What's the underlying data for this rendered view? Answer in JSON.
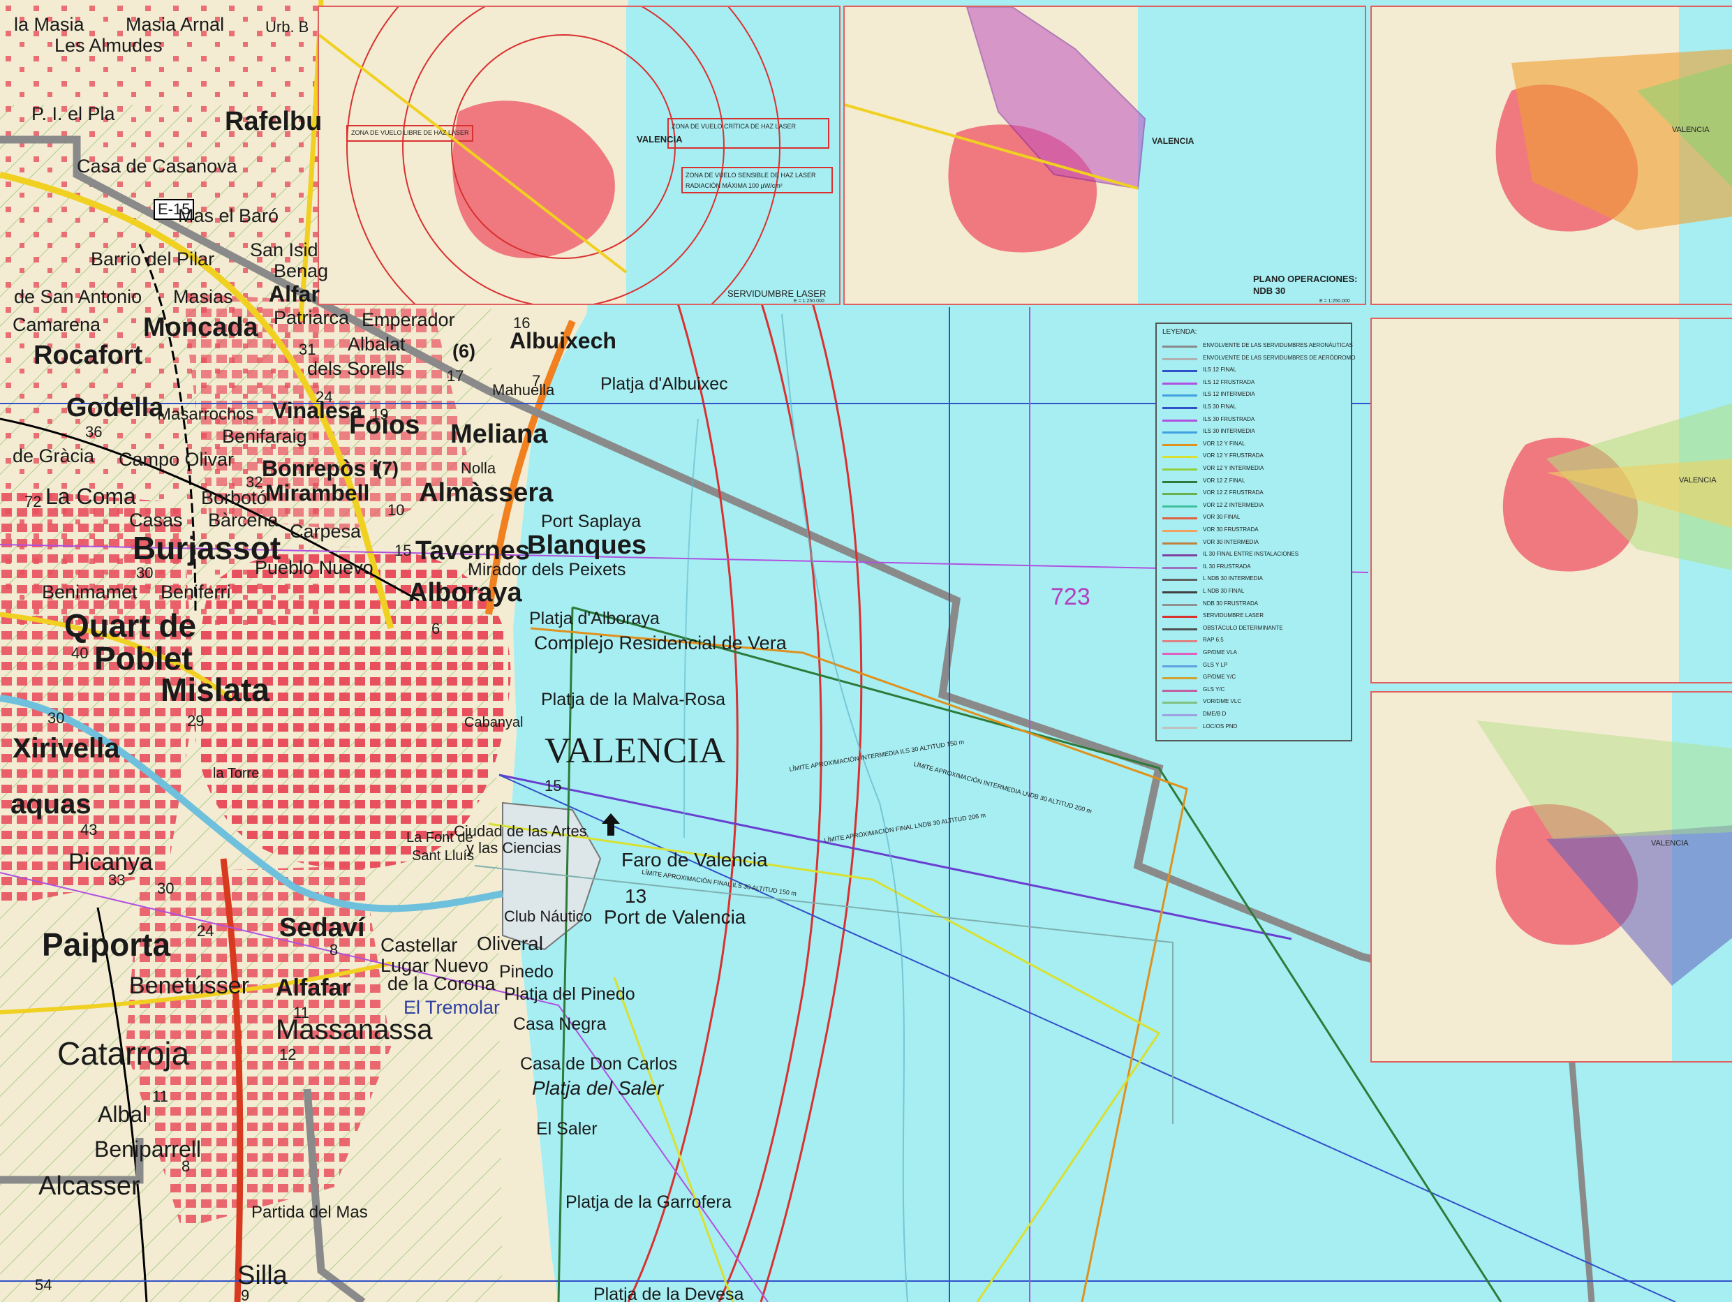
{
  "colors": {
    "sea": "#a6eef2",
    "land": "#f3ecd2",
    "urban": "#ef5d6a",
    "road_yellow": "#f0d020",
    "road_orange": "#f08020",
    "boundary_gray": "#8a8a8a",
    "red_arc": "#d93030",
    "blue_line": "#3050c8",
    "purple_line": "#b050e0",
    "green_line": "#2e7a3a",
    "orange_line": "#e0901c",
    "yellow_line": "#d8e030"
  },
  "map_labels": {
    "la_masia": "la Masia",
    "masia_arnal": "Masia Arnal",
    "urb_b": "Urb. B",
    "les_almudes": "Les Almudes",
    "pi_el_pla": "P. I. el Pla",
    "rafelbu": "Rafelbu",
    "casa_casanova": "Casa de Casanova",
    "e15": "E-15",
    "mas_el_baro": "Mas el Baró",
    "san_isid": "San Isid",
    "benag": "Benag",
    "barrio_pilar": "Barrio del Pilar",
    "de_san_antonio": "de San Antonio",
    "masias": "Masias",
    "alfar": "Alfar",
    "camarena": "Camarena",
    "moncada": "Moncada",
    "patriarca": "Patriarca",
    "emperador": "Emperador",
    "albuixech": "Albuixech",
    "rocafort": "Rocafort",
    "albalat": "Albalat",
    "dels_sorells": "dels Sorells",
    "six": "(6)",
    "mahuella": "Mahuella",
    "platja_albuixec": "Platja d'Albuixec",
    "godella": "Godella",
    "masarrochos": "Masarrochos",
    "vinalesa": "Vinalesa",
    "benifaraig": "Benifaraig",
    "foios": "Foios",
    "meliana": "Meliana",
    "de_gracia": "de Gràcia",
    "campo_olivar": "Campo Olivar",
    "bonrepos": "Bonrepòs i",
    "mirambell": "Mirambell",
    "seven": "(7)",
    "nolla": "Nolla",
    "la_coma": "La Coma",
    "borboto": "Borbotó",
    "almassera": "Almàssera",
    "casas": "Casas",
    "barcena": "Bàrcena",
    "port_saplaya": "Port Saplaya",
    "burjassot": "Burjassot",
    "carpesa": "Carpesa",
    "tavernes": "Tavernes",
    "blanques": "Blanques",
    "pueblo_nuevo": "Pueblo Nuevo",
    "mirador": "Mirador dels Peixets",
    "benimamet": "Benimamet",
    "beniferri": "Beniferri",
    "alboraya": "Alboraya",
    "quart_de": "Quart de",
    "poblet": "Poblet",
    "platja_alboraya": "Platja d'Alboraya",
    "complejo": "Complejo Residencial de Vera",
    "mislata": "Mislata",
    "platja_malva": "Platja de la Malva-Rosa",
    "cabanyal": "Cabanyal",
    "xirivella": "Xirivella",
    "valencia": "VALENCIA",
    "la_torre": "la Torre",
    "aquas": "aquas",
    "ciudad_artes": "Ciudad de las Artes",
    "ciencias": "y las Ciencias",
    "font_sant_lluis": "La Font de",
    "sant_lluis": "Sant Lluís",
    "faro": "Faro de Valencia",
    "picanya": "Picanya",
    "port_valencia": "Port de Valencia",
    "club_nautico": "Club Náutico",
    "paiporta": "Paiporta",
    "sedavi": "Sedaví",
    "castellar": "Castellar",
    "oliveral": "Oliveral",
    "lugar_nuevo": "Lugar Nuevo",
    "de_la_corona": "de la Corona",
    "pinedo": "Pinedo",
    "benetusser": "Benetússer",
    "alfafar": "Alfafar",
    "platja_pinedo": "Platja del Pinedo",
    "el_tremolar": "El Tremolar",
    "massanassa": "Massanassa",
    "casa_negra": "Casa Negra",
    "catarroja": "Catarroja",
    "casa_don_carlos": "Casa de Don Carlos",
    "platja_saler": "Platja del Saler",
    "albal": "Albal",
    "el_saler": "El Saler",
    "beniparrell": "Beniparrell",
    "alcasser": "Alcasser",
    "platja_garrofera": "Platja de la Garrofera",
    "partida_mas": "Partida del Mas",
    "silla": "Silla",
    "platja_devesa": "Platja de la Devesa",
    "n723": "723",
    "n13": "13",
    "n15": "15",
    "n16": "16",
    "n17": "17",
    "n19": "19",
    "n24": "24",
    "n30": "30",
    "n31": "31",
    "n32": "32",
    "n33": "33",
    "n36": "36",
    "n40": "40",
    "n43": "43",
    "n54": "54",
    "n72": "72",
    "n8": "8",
    "n9": "9",
    "n10": "10",
    "n11": "11",
    "n12": "12",
    "n6": "6",
    "n7": "7",
    "n29": "29"
  },
  "insets": {
    "laser": {
      "title": "SERVIDUMBRE LASER",
      "scale": "E = 1:250.000",
      "city": "VALENCIA",
      "zone1": "ZONA DE VUELO LIBRE DE HAZ LASER",
      "zone2": "ZONA DE VUELO CRÍTICA DE HAZ LASER",
      "zone3": "ZONA DE VUELO SENSIBLE DE HAZ LASER",
      "note": "RADIACIÓN MÁXIMA 100 µW/cm²"
    },
    "ndb30": {
      "title_line1": "PLANO OPERACIONES:",
      "title_line2": "NDB 30",
      "scale": "E = 1:250.000",
      "city": "VALENCIA"
    },
    "right1": {
      "city": "VALENCIA"
    },
    "right2": {
      "city": "VALENCIA"
    },
    "right3": {
      "city": "VALENCIA"
    }
  },
  "legend": {
    "title": "LEYENDA:",
    "items": [
      {
        "label": "ENVOLVENTE DE LAS SERVIDUMBRES AERONÁUTICAS",
        "color": "#8a8a8a"
      },
      {
        "label": "ENVOLVENTE DE LAS SERVIDUMBRES DE AERÓDROMO",
        "color": "#b0b0b0"
      },
      {
        "label": "ILS 12 FINAL",
        "color": "#3050c8"
      },
      {
        "label": "ILS 12 FRUSTRADA",
        "color": "#b050e0"
      },
      {
        "label": "ILS 12 INTERMEDIA",
        "color": "#40a0e0"
      },
      {
        "label": "ILS 30 FINAL",
        "color": "#3050c8"
      },
      {
        "label": "ILS 30 FRUSTRADA",
        "color": "#b050e0"
      },
      {
        "label": "ILS 30 INTERMEDIA",
        "color": "#40a0e0"
      },
      {
        "label": "VOR 12 Y FINAL",
        "color": "#e0901c"
      },
      {
        "label": "VOR 12 Y FRUSTRADA",
        "color": "#d8e030"
      },
      {
        "label": "VOR 12 Y INTERMEDIA",
        "color": "#90d040"
      },
      {
        "label": "VOR 12 Z FINAL",
        "color": "#2e7a3a"
      },
      {
        "label": "VOR 12 Z FRUSTRADA",
        "color": "#6ab04c"
      },
      {
        "label": "VOR 12 Z INTERMEDIA",
        "color": "#40c0a0"
      },
      {
        "label": "VOR 30 FINAL",
        "color": "#e06040"
      },
      {
        "label": "VOR 30 FRUSTRADA",
        "color": "#f0a060"
      },
      {
        "label": "VOR 30 INTERMEDIA",
        "color": "#c08040"
      },
      {
        "label": "IL 30 FINAL ENTRE INSTALACIONES",
        "color": "#8040a0"
      },
      {
        "label": "IL 30 FRUSTRADA",
        "color": "#a070c0"
      },
      {
        "label": "L NDB 30 INTERMEDIA",
        "color": "#606060"
      },
      {
        "label": "L NDB 30 FINAL",
        "color": "#404040"
      },
      {
        "label": "NDB 30 FRUSTRADA",
        "color": "#909090"
      },
      {
        "label": "SERVIDUMBRE LASER",
        "color": "#d93030"
      },
      {
        "label": "OBSTÁCULO DETERMINANTE",
        "color": "#505050"
      },
      {
        "label": "RAP 6.5",
        "color": "#e08080"
      },
      {
        "label": "GP/DME VLA",
        "color": "#e060c0"
      },
      {
        "label": "GLS Y LP",
        "color": "#60a0e0"
      },
      {
        "label": "GP/DME Y/C",
        "color": "#d0a030"
      },
      {
        "label": "GLS Y/C",
        "color": "#c060a0"
      },
      {
        "label": "VOR/DME VLC",
        "color": "#80c080"
      },
      {
        "label": "DME/B D",
        "color": "#a0a0e0"
      },
      {
        "label": "LOC/OS PND",
        "color": "#c0c0c0"
      }
    ]
  },
  "approach_labels": {
    "a1": "LÍMITE APROXIMACIÓN INTERMEDIA LNDB 30 ALTITUD 200 m",
    "a2": "LÍMITE APROXIMACIÓN INTERMEDIA ILS 30 ALTITUD 150 m",
    "a3": "LÍMITE APROXIMACIÓN FINAL LNDB 30 ALTITUD 206 m",
    "a4": "LÍMITE APROXIMACIÓN FINAL ILS 30 ALTITUD 150 m"
  }
}
